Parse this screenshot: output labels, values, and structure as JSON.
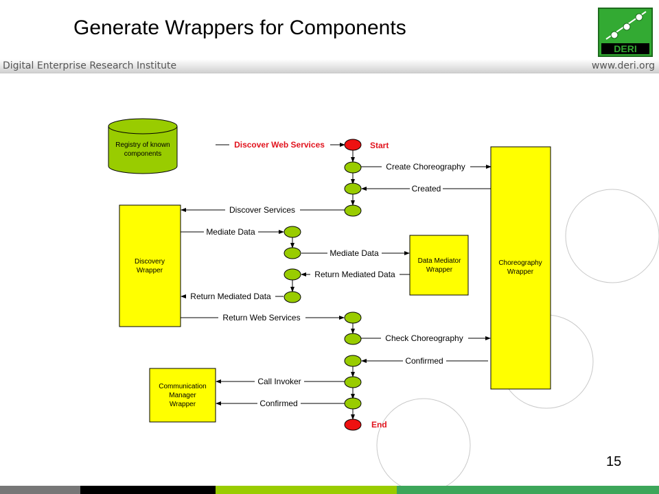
{
  "header": {
    "title": "Generate Wrappers for Components",
    "institute": "Digital Enterprise Research Institute",
    "website": "www.deri.org",
    "logo_text": "DERI"
  },
  "colors": {
    "box_fill": "#ffff00",
    "node_green": "#99cc00",
    "node_red": "#ee1111",
    "db_fill": "#99cc00",
    "accent_red_text": "#e1131d",
    "logo_green": "#33aa33",
    "strip": [
      "#777777",
      "#000000",
      "#99cc00",
      "#3da65a"
    ]
  },
  "diagram": {
    "registry": {
      "line1": "Registry of known",
      "line2": "components"
    },
    "discovery": {
      "line1": "Discovery",
      "line2": "Wrapper"
    },
    "mediator": {
      "line1": "Data Mediator",
      "line2": "Wrapper"
    },
    "choreography": {
      "line1": "Choreography",
      "line2": "Wrapper"
    },
    "communication": {
      "line1": "Communication",
      "line2": "Manager",
      "line3": "Wrapper"
    },
    "start_label": "Start",
    "end_label": "End",
    "edges": {
      "discover_web_services": "Discover Web Services",
      "create_choreography": "Create Choreography",
      "created": "Created",
      "discover_services": "Discover Services",
      "mediate_data_1": "Mediate Data",
      "mediate_data_2": "Mediate Data",
      "return_mediated_data_1": "Return Mediated Data",
      "return_mediated_data_2": "Return Mediated Data",
      "return_web_services": "Return Web Services",
      "check_choreography": "Check Choreography",
      "confirmed_1": "Confirmed",
      "call_invoker": "Call Invoker",
      "confirmed_2": "Confirmed"
    }
  },
  "footer": {
    "page_number": "15"
  }
}
